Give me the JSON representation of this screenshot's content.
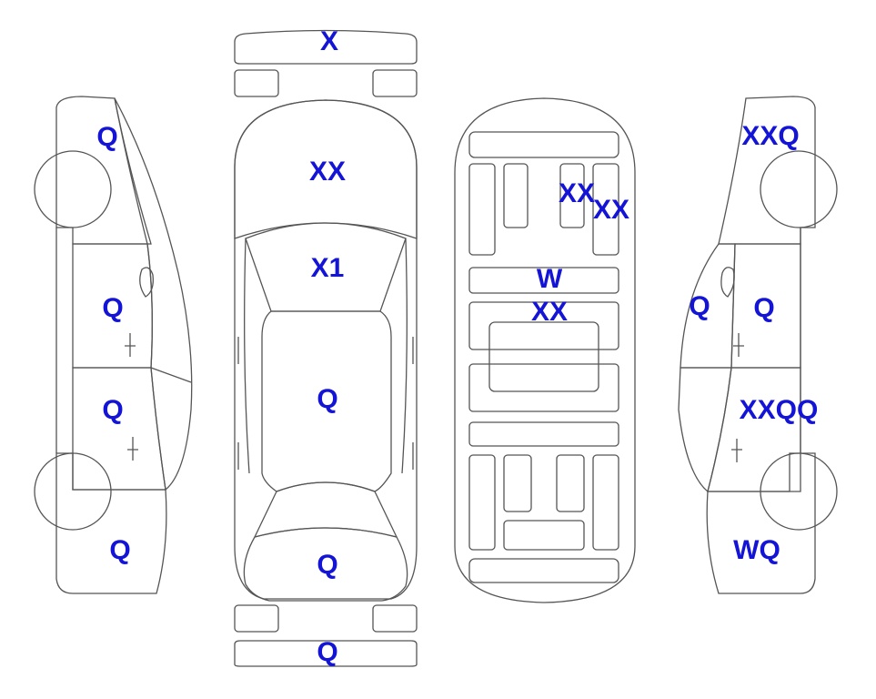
{
  "colors": {
    "damaged": "#f8a929",
    "glass": "#dff5fb",
    "outline": "#555555",
    "label": "#1414d6"
  },
  "labels": {
    "front_bumper": "X",
    "windshield": "XX",
    "hood": "X1",
    "roof": "Q",
    "trunk": "Q",
    "rear_bumper": "Q",
    "interior_right_a": "XX",
    "interior_right_b": "XX",
    "interior_bar": "W",
    "interior_middle": "XX",
    "left_front_fender": "Q",
    "left_front_door": "Q",
    "left_rear_door": "Q",
    "left_rear_quarter": "Q",
    "right_front_fender": "XXQ",
    "right_mirror": "Q",
    "right_front_door": "Q",
    "right_rear_door": "XXQQ",
    "right_rear_quarter": "WQ"
  }
}
